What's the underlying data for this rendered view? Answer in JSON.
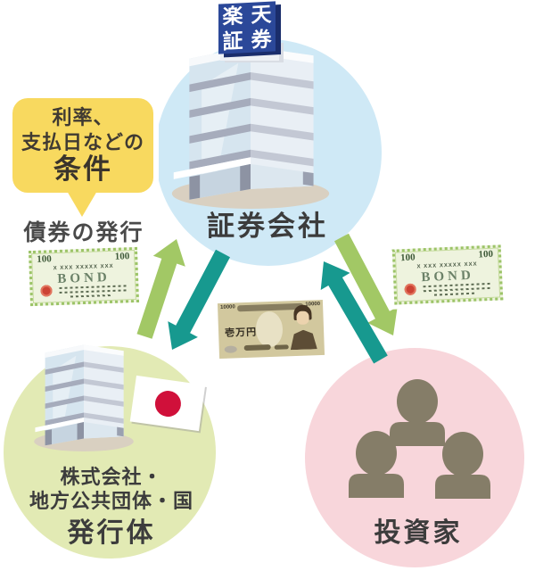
{
  "rakuten_sign": {
    "text": "楽天証券",
    "chars": [
      "楽",
      "天",
      "証",
      "券"
    ]
  },
  "securities": {
    "label": "証券会社"
  },
  "bubble": {
    "lines": [
      "利率、",
      "支払日などの"
    ],
    "emphasis": "条件"
  },
  "bond_issue": {
    "label": "債券の発行"
  },
  "bond": {
    "value": "100",
    "serial": "X XXX XXXXX XXX",
    "title": "BOND"
  },
  "money": {
    "corner_number": "10000",
    "denomination": "壱万円"
  },
  "issuer": {
    "line1": "株式会社・",
    "line2": "地方公共団体・国",
    "label": "発行体"
  },
  "investors": {
    "label": "投資家"
  },
  "colors": {
    "securities_circle": "#cfe9f6",
    "issuer_circle": "#e2eab4",
    "investors_circle": "#f8d6db",
    "bubble_yellow": "#f8d95f",
    "arrow_green": "#a2c865",
    "arrow_teal": "#17998f",
    "sign_blue": "#2b4899",
    "flag_red": "#d0103a",
    "people_gray": "#857d68",
    "bond_paper": "#eef3de",
    "money_paper": "#d2c89e",
    "label_text": "#3c3c3c"
  }
}
